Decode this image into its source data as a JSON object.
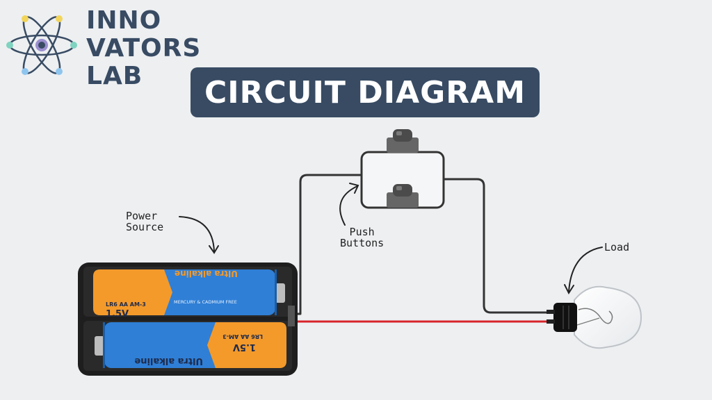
{
  "brand": {
    "line1": "INNO",
    "line2": "VATORS",
    "line3": "LAB"
  },
  "title": "CIRCUIT DIAGRAM",
  "labels": {
    "power_source_line1": "Power",
    "power_source_line2": "Source",
    "push_buttons_line1": "Push",
    "push_buttons_line2": "Buttons",
    "load": "Load"
  },
  "battery_top": {
    "brand": "Ultra alkaline",
    "voltage": "1.5V",
    "model": "LR6 AA AM-3",
    "note": "MERCURY & CADMIUM FREE"
  },
  "battery_bottom": {
    "brand": "Ultra alkaline",
    "voltage": "1.5V",
    "model": "LR6 AA AM-3"
  },
  "colors": {
    "navy": "#384b63",
    "battery_orange": "#f39a2b",
    "battery_blue": "#2f7fd6",
    "wire_black": "#333333",
    "wire_red": "#d8232a"
  }
}
